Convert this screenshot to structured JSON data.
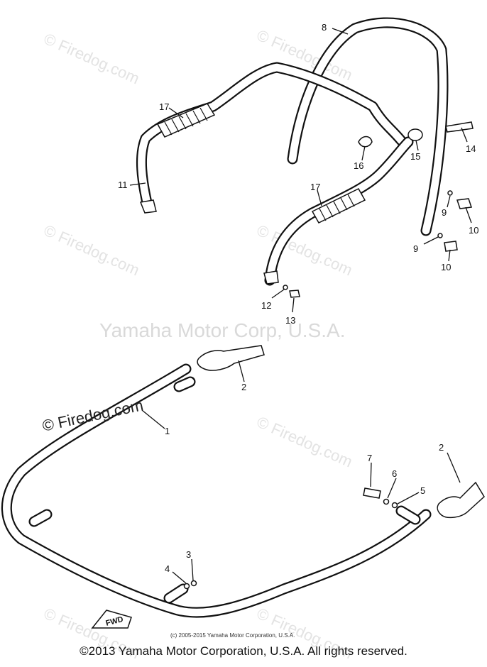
{
  "center_mark": "Yamaha Motor Corp, U.S.A.",
  "watermark_small": "© Firedog.com",
  "watermark_large": "© Firedog.com",
  "fwd_label": "FWD",
  "small_credit": "(c) 2005-2015 Yamaha Motor Corporation, U.S.A.",
  "copyright": "©2013 Yamaha Motor Corporation, U.S.A. All rights reserved.",
  "labels": {
    "l1": "1",
    "l2a": "2",
    "l2b": "2",
    "l3": "3",
    "l4": "4",
    "l5": "5",
    "l6": "6",
    "l7": "7",
    "l8": "8",
    "l9a": "9",
    "l9b": "9",
    "l10a": "10",
    "l10b": "10",
    "l11": "11",
    "l12": "12",
    "l13": "13",
    "l14": "14",
    "l15": "15",
    "l16": "16",
    "l17a": "17",
    "l17b": "17"
  }
}
